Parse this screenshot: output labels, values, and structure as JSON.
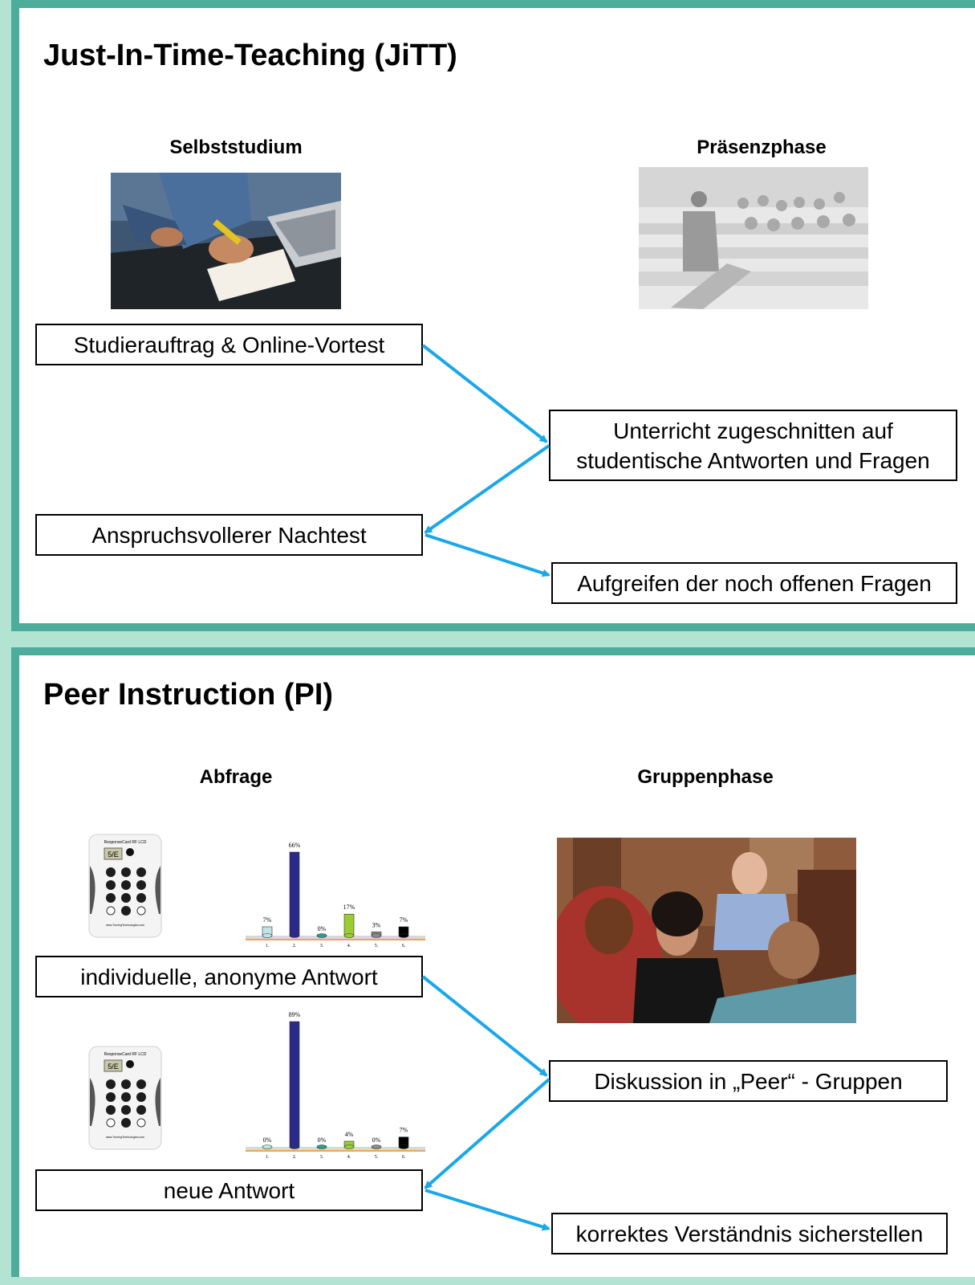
{
  "jitt": {
    "title": "Just-In-Time-Teaching (JiTT)",
    "left_heading": "Selbststudium",
    "right_heading": "Präsenzphase",
    "box_pretest": "Studierauftrag & Online-Vortest",
    "box_tailored": "Unterricht zugeschnitten auf studentische Antworten und Fragen",
    "box_posttest": "Anspruchsvollerer Nachtest",
    "box_open_questions": "Aufgreifen der noch offenen Fragen"
  },
  "pi": {
    "title": "Peer Instruction (PI)",
    "left_heading": "Abfrage",
    "right_heading": "Gruppenphase",
    "box_individual": "individuelle, anonyme Antwort",
    "box_discussion": "Diskussion in „Peer“ - Gruppen",
    "box_new_answer": "neue Antwort",
    "box_understanding": "korrektes Verständnis sicherstellen",
    "clicker_label": "ResponseCard RF LCD",
    "clicker_display": "5/E",
    "clicker_url": "www.TurningTechnologies.com"
  },
  "colors": {
    "frame": "#4bad9a",
    "background": "#b3e3d3",
    "arrow": "#1aa7e8"
  },
  "chart_data": [
    {
      "type": "bar",
      "categories": [
        "1.",
        "2.",
        "3.",
        "4.",
        "5.",
        "6."
      ],
      "values": [
        7,
        66,
        0,
        17,
        3,
        7
      ],
      "labels": [
        "7%",
        "66%",
        "0%",
        "17%",
        "3%",
        "7%"
      ],
      "colors": [
        "#bfe4e6",
        "#2b2a8c",
        "#2e9a92",
        "#9acd32",
        "#8a8a8a",
        "#000000"
      ],
      "ylim": [
        0,
        66
      ]
    },
    {
      "type": "bar",
      "categories": [
        "1.",
        "2.",
        "3.",
        "4.",
        "5.",
        "6."
      ],
      "values": [
        0,
        89,
        0,
        4,
        0,
        7
      ],
      "labels": [
        "0%",
        "89%",
        "0%",
        "4%",
        "0%",
        "7%"
      ],
      "colors": [
        "#bfe4e6",
        "#2b2a8c",
        "#2e9a92",
        "#9acd32",
        "#8a8a8a",
        "#000000"
      ],
      "ylim": [
        0,
        89
      ]
    }
  ]
}
